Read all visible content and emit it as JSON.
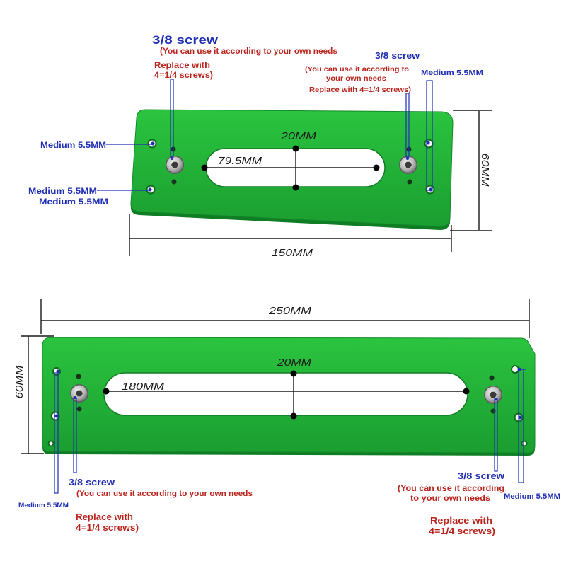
{
  "top_plate": {
    "dimensions": {
      "slot_width": "20MM",
      "slot_length": "79.5MM",
      "plate_height": "60MM",
      "plate_length": "150MM"
    },
    "left_screw_callout": {
      "title": "3/8 screw",
      "note_line1": "(You can use it according to your own needs",
      "note_line2": "Replace with",
      "note_line3": "4=1/4 screws)"
    },
    "right_screw_callout": {
      "title": "3/8 screw",
      "note_line1": "(You can use it according to",
      "note_line2": "your own needs",
      "note_line3": "Replace with 4=1/4 screws)"
    },
    "hole_callouts": {
      "right": "Medium 5.5MM",
      "left_upper": "Medium 5.5MM",
      "left_lower_a": "Medium 5.5MM",
      "left_lower_b": "Medium 5.5MM"
    }
  },
  "bottom_plate": {
    "dimensions": {
      "plate_length": "250MM",
      "plate_height": "60MM",
      "slot_width": "20MM",
      "slot_length": "180MM"
    },
    "left_screw_callout": {
      "title": "3/8 screw",
      "note_line1": "(You can use it according to your own needs",
      "note_line2": "Replace with",
      "note_line3": "4=1/4 screws)"
    },
    "right_screw_callout": {
      "title": "3/8 screw",
      "note_line1": "(You can use it according",
      "note_line2": "to your own needs",
      "note_line3": "Replace with",
      "note_line4": "4=1/4 screws)"
    },
    "hole_callouts": {
      "left": "Medium 5.5MM",
      "right": "Medium 5.5MM"
    }
  },
  "colors": {
    "plate_green": "#2bc43f",
    "plate_green_dark": "#1a9e30",
    "plate_edge": "#0f7d24",
    "callout_blue": "#1f2fb3",
    "note_red": "#b8241c",
    "dimension_ink": "#1a1a1a"
  }
}
